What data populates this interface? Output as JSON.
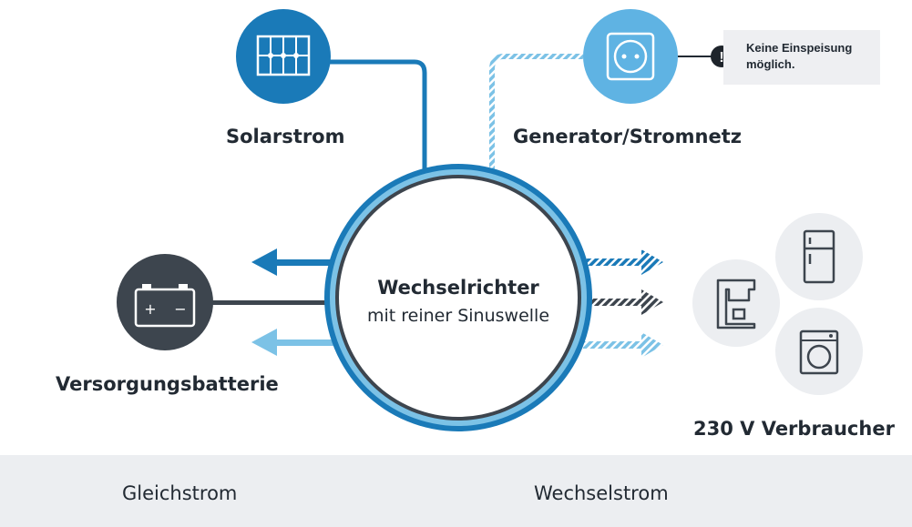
{
  "nodes": {
    "solar": {
      "label": "Solarstrom",
      "icon": "solar-panel-icon"
    },
    "grid": {
      "label": "Generator/Stromnetz",
      "icon": "power-socket-icon"
    },
    "battery": {
      "label": "Versorgungsbatterie",
      "icon": "battery-icon",
      "plus": "+",
      "minus": "−"
    },
    "inverter": {
      "title": "Wechselrichter",
      "subtitle": "mit reiner Sinuswelle"
    },
    "consumers": {
      "label": "230 V Verbraucher",
      "icons": [
        "coffee-machine-icon",
        "fridge-icon",
        "washing-machine-icon"
      ]
    }
  },
  "note": {
    "icon": "exclamation-icon",
    "mark": "!",
    "text": "Keine Einspeisung möglich."
  },
  "legend": {
    "dc": {
      "label": "Gleichstrom",
      "style": "solid"
    },
    "ac": {
      "label": "Wechselstrom",
      "style": "hatched"
    }
  },
  "colors": {
    "dc": "#1a7ab8",
    "ac_light": "#7cc2e6",
    "dark": "#3d454e",
    "grid_circle": "#5fb3e3",
    "icon_bg": "#eceef1"
  }
}
